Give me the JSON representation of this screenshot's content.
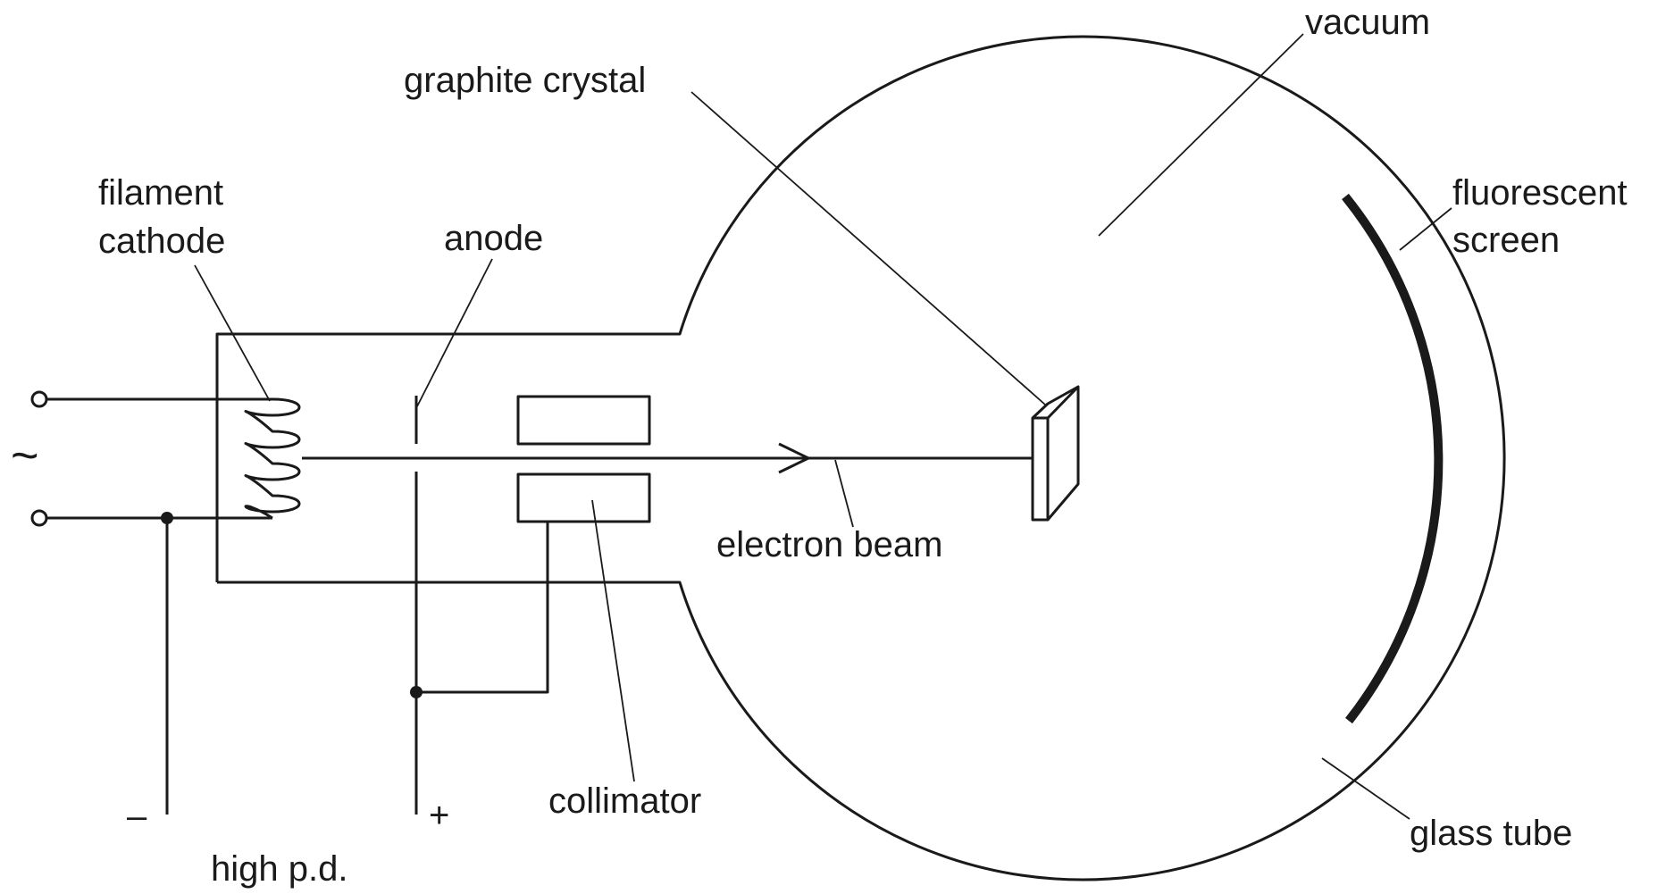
{
  "labels": {
    "vacuum": "vacuum",
    "graphite_crystal": "graphite crystal",
    "filament_line1": "filament",
    "filament_line2": "cathode",
    "anode": "anode",
    "fluorescent_line1": "fluorescent",
    "fluorescent_line2": "screen",
    "electron_beam": "electron beam",
    "collimator": "collimator",
    "glass_tube": "glass tube",
    "high_pd": "high p.d.",
    "minus": "–",
    "plus": "+",
    "ac_symbol": "~"
  },
  "colors": {
    "line": "#1a1a1a",
    "background": "#ffffff"
  }
}
